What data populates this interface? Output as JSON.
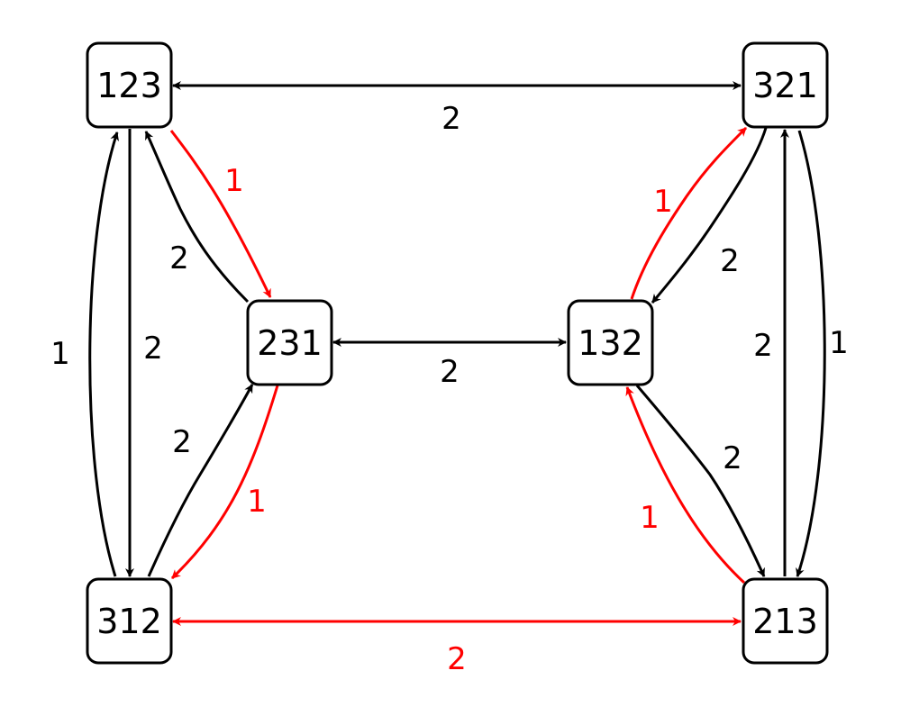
{
  "nodes": [
    {
      "id": "123",
      "label": "123"
    },
    {
      "id": "321",
      "label": "321"
    },
    {
      "id": "231",
      "label": "231"
    },
    {
      "id": "132",
      "label": "132"
    },
    {
      "id": "312",
      "label": "312"
    },
    {
      "id": "213",
      "label": "213"
    }
  ],
  "edges": [
    {
      "id": "e-123-321",
      "from": "123",
      "to": "321",
      "bidirectional": true,
      "label": "2",
      "color": "black"
    },
    {
      "id": "e-231-132",
      "from": "231",
      "to": "132",
      "bidirectional": true,
      "label": "2",
      "color": "black"
    },
    {
      "id": "e-312-213",
      "from": "312",
      "to": "213",
      "bidirectional": true,
      "label": "2",
      "color": "red"
    },
    {
      "id": "e-123-312",
      "from": "123",
      "to": "312",
      "label": "2",
      "color": "black"
    },
    {
      "id": "e-312-123",
      "from": "312",
      "to": "123",
      "label": "1",
      "color": "black"
    },
    {
      "id": "e-123-231",
      "from": "123",
      "to": "231",
      "label": "1",
      "color": "red"
    },
    {
      "id": "e-231-123",
      "from": "231",
      "to": "123",
      "label": "2",
      "color": "black"
    },
    {
      "id": "e-312-231",
      "from": "312",
      "to": "231",
      "label": "2",
      "color": "black"
    },
    {
      "id": "e-231-312",
      "from": "231",
      "to": "312",
      "label": "1",
      "color": "red"
    },
    {
      "id": "e-132-321",
      "from": "132",
      "to": "321",
      "label": "1",
      "color": "red"
    },
    {
      "id": "e-321-132",
      "from": "321",
      "to": "132",
      "label": "2",
      "color": "black"
    },
    {
      "id": "e-132-213",
      "from": "132",
      "to": "213",
      "label": "2",
      "color": "black"
    },
    {
      "id": "e-213-132",
      "from": "213",
      "to": "132",
      "label": "1",
      "color": "red"
    },
    {
      "id": "e-213-321",
      "from": "213",
      "to": "321",
      "label": "2",
      "color": "black"
    },
    {
      "id": "e-321-213",
      "from": "321",
      "to": "213",
      "label": "1",
      "color": "black"
    }
  ],
  "colors": {
    "black": "#000000",
    "red": "#ff0000"
  }
}
